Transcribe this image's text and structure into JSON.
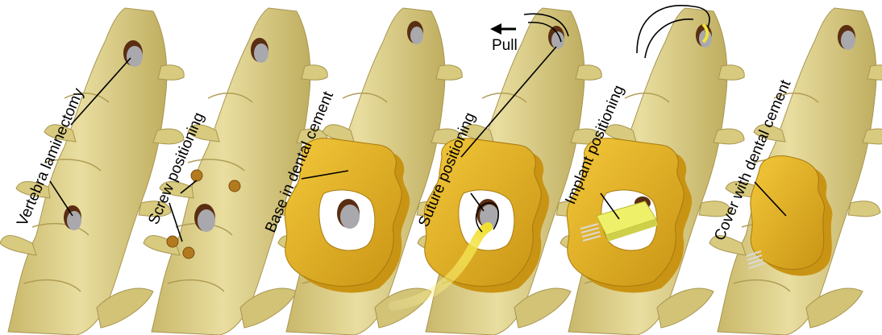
{
  "labels": {
    "panel1": "Vertebra laminectomy",
    "panel2": "Screw positioning",
    "panel3": "Base in dental cement",
    "panel4": "Suture positioning",
    "panel5": "Implant positioning",
    "panel6": "Cover with dental cement",
    "pull": "Pull"
  },
  "colors": {
    "bone": "#dccf86",
    "bone_shadow": "#b8a55a",
    "cement": "#e6b322",
    "cement_dark": "#b98a10",
    "hole": "#a9a9ad",
    "hole_rim": "#5a2e12",
    "implant": "#eef06a",
    "suture": "#f2e43a"
  }
}
